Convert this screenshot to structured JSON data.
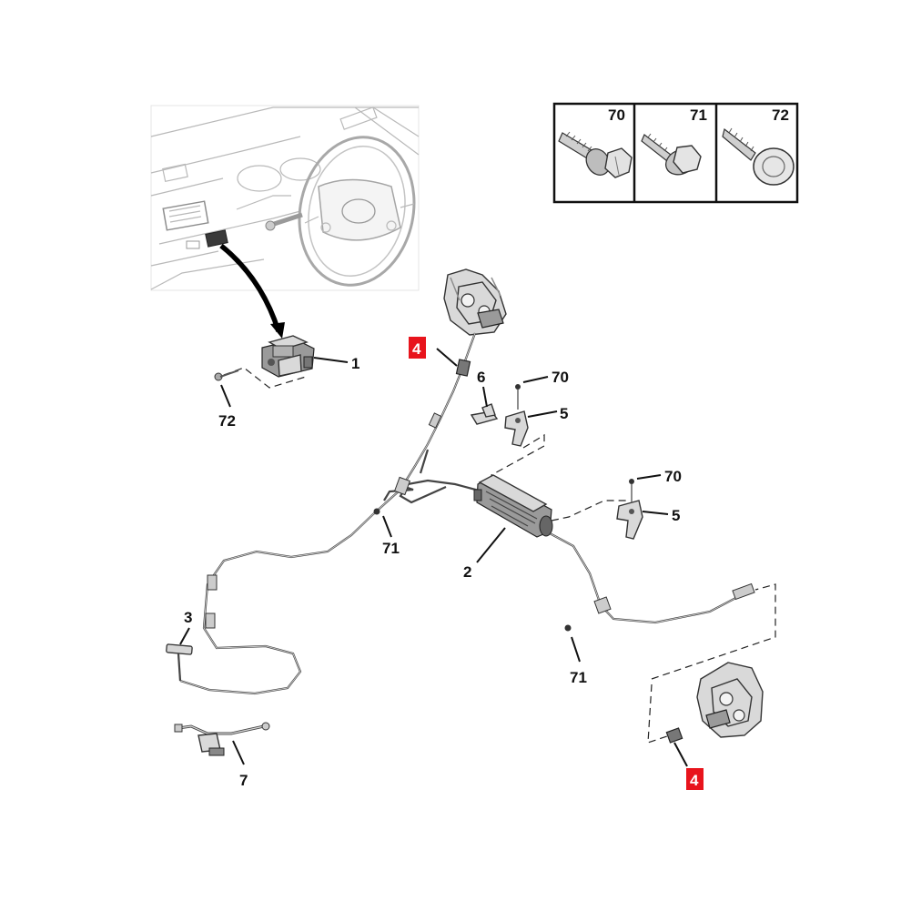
{
  "screw_legend": {
    "cells": [
      {
        "label": "70",
        "icon": "hex-flange-bolt-icon"
      },
      {
        "label": "71",
        "icon": "hex-washer-screw-icon"
      },
      {
        "label": "72",
        "icon": "pan-head-tapping-screw-icon"
      }
    ]
  },
  "callouts": {
    "switch": "1",
    "actuator": "2",
    "sensor": "3",
    "clip_upper": "4",
    "clip_lower": "4",
    "bracket_upper": "5",
    "bracket_lower": "5",
    "clip_small": "6",
    "harness": "7",
    "screw_70_upper": "70",
    "screw_70_lower": "70",
    "screw_71_left": "71",
    "screw_71_bottom": "71",
    "screw_72": "72"
  },
  "colors": {
    "highlight": "#e8141c",
    "line": "#111111",
    "part_fill": "#d9d9d9"
  }
}
